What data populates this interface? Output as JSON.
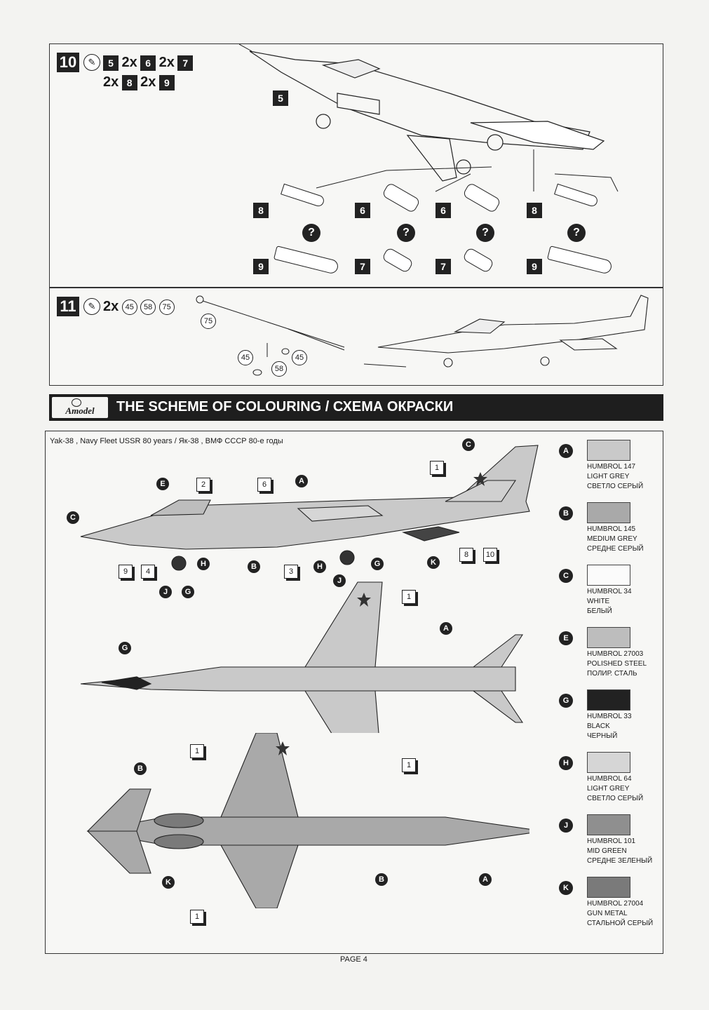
{
  "step10": {
    "number": "10",
    "line1": [
      {
        "n": "5",
        "q": "2x"
      },
      {
        "n": "6",
        "q": "2x"
      },
      {
        "n": "7",
        "q": ""
      }
    ],
    "line2": [
      {
        "q": "2x",
        "n": "8"
      },
      {
        "q": "2x",
        "n": "9"
      }
    ],
    "fuselage_part": "5",
    "pylon_labels": [
      "8",
      "6",
      "6",
      "8"
    ],
    "store_labels": [
      "9",
      "7",
      "7",
      "9"
    ],
    "question": "?"
  },
  "step11": {
    "number": "11",
    "qty": "2x",
    "parts": [
      "45",
      "58",
      "75"
    ],
    "diagram_parts": {
      "a": "75",
      "b": "45",
      "c": "58",
      "d": "45"
    }
  },
  "header": {
    "logo": "Amodel",
    "title": "THE SCHEME OF COLOURING / СХЕМА ОКРАСКИ"
  },
  "scheme": {
    "caption": "Yak-38 , Navy Fleet USSR  80 years / Як-38 , ВМФ СССР 80-е годы",
    "side_callouts": [
      "1",
      "2",
      "6",
      "9",
      "4",
      "3",
      "8",
      "10"
    ],
    "side_paints": [
      "C",
      "E",
      "A",
      "C",
      "H",
      "B",
      "H",
      "G",
      "J",
      "G",
      "J",
      "K"
    ],
    "top_callouts": [
      "1",
      "1"
    ],
    "top_paints": [
      "A",
      "G"
    ],
    "bottom_callouts": [
      "1",
      "1"
    ],
    "bottom_paints": [
      "B",
      "K",
      "B",
      "A"
    ]
  },
  "paints": [
    {
      "letter": "A",
      "code": "HUMBROL 147",
      "name": "LIGHT GREY",
      "ru": "СВЕТЛО СЕРЫЙ",
      "color": "#c9c9c9"
    },
    {
      "letter": "B",
      "code": "HUMBROL 145",
      "name": "MEDIUM GREY",
      "ru": "СРЕДНЕ СЕРЫЙ",
      "color": "#a9a9a9"
    },
    {
      "letter": "C",
      "code": "HUMBROL 34",
      "name": "WHITE",
      "ru": "БЕЛЫЙ",
      "color": "#fbfbfb"
    },
    {
      "letter": "E",
      "code": "HUMBROL 27003",
      "name": "POLISHED STEEL",
      "ru": "ПОЛИР. СТАЛЬ",
      "color": "#bdbdbd"
    },
    {
      "letter": "G",
      "code": "HUMBROL 33",
      "name": "BLACK",
      "ru": "ЧЕРНЫЙ",
      "color": "#222222"
    },
    {
      "letter": "H",
      "code": "HUMBROL 64",
      "name": "LIGHT GREY",
      "ru": "СВЕТЛО СЕРЫЙ",
      "color": "#d6d6d6"
    },
    {
      "letter": "J",
      "code": "HUMBROL 101",
      "name": "MID GREEN",
      "ru": "СРЕДНЕ ЗЕЛЕНЫЙ",
      "color": "#8f8f8f"
    },
    {
      "letter": "K",
      "code": "HUMBROL 27004",
      "name": "GUN METAL",
      "ru": "СТАЛЬНОЙ СЕРЫЙ",
      "color": "#7a7a7a"
    }
  ],
  "footer": {
    "page": "PAGE 4"
  }
}
